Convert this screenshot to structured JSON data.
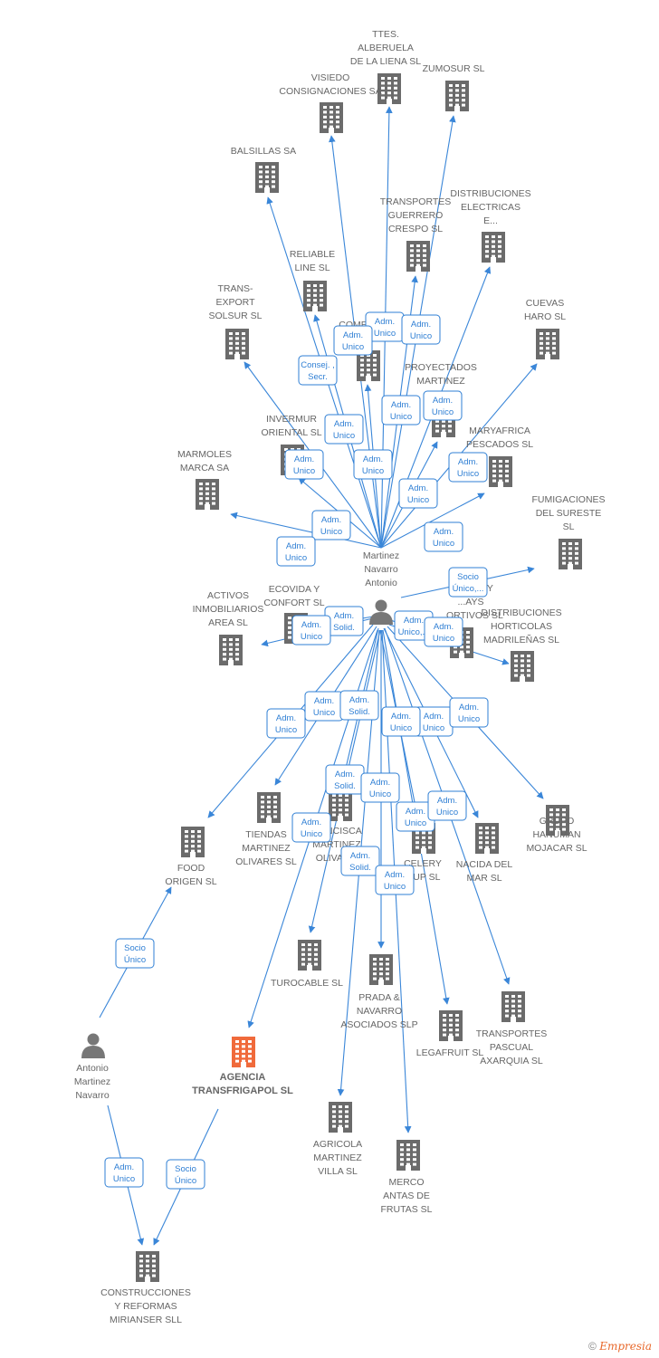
{
  "footer": {
    "copyright": "©",
    "brand": "Empresia"
  },
  "diagram": {
    "nodes": [
      {
        "id": "ttes",
        "type": "company",
        "label": [
          "TTES.",
          "ALBERUELA",
          "DE LA LIENA SL"
        ]
      },
      {
        "id": "zumosur",
        "type": "company",
        "label": [
          "ZUMOSUR SL"
        ]
      },
      {
        "id": "visiedo",
        "type": "company",
        "label": [
          "VISIEDO",
          "CONSIGNACIONES SA"
        ]
      },
      {
        "id": "balsillas",
        "type": "company",
        "label": [
          "BALSILLAS SA"
        ]
      },
      {
        "id": "transguerrero",
        "type": "company",
        "label": [
          "TRANSPORTES",
          "GUERRERO",
          "CRESPO SL"
        ]
      },
      {
        "id": "distelec",
        "type": "company",
        "label": [
          "DISTRIBUCIONES",
          "ELECTRICAS",
          "E..."
        ]
      },
      {
        "id": "reliable",
        "type": "company",
        "label": [
          "RELIABLE",
          "LINE SL"
        ]
      },
      {
        "id": "transexport",
        "type": "company",
        "label": [
          "TRANS-",
          "EXPORT",
          "SOLSUR SL"
        ]
      },
      {
        "id": "cuevas",
        "type": "company",
        "label": [
          "CUEVAS",
          "HARO SL"
        ]
      },
      {
        "id": "come",
        "type": "company",
        "label": [
          "COME"
        ]
      },
      {
        "id": "proyectados",
        "type": "company",
        "label": [
          "PROYECTADOS",
          "MARTINEZ",
          "..."
        ]
      },
      {
        "id": "invermur",
        "type": "company",
        "label": [
          "INVERMUR",
          "ORIENTAL SL"
        ]
      },
      {
        "id": "maryafrica",
        "type": "company",
        "label": [
          "MARYAFRICA",
          "PESCADOS SL"
        ]
      },
      {
        "id": "marmoles",
        "type": "company",
        "label": [
          "MARMOLES",
          "MARCA SA"
        ]
      },
      {
        "id": "fumigaciones",
        "type": "company",
        "label": [
          "FUMIGACIONES",
          "DEL SURESTE",
          "SL"
        ]
      },
      {
        "id": "martinez",
        "type": "person",
        "label": [
          "Martinez",
          "Navarro",
          "Antonio"
        ]
      },
      {
        "id": "ecovida",
        "type": "company",
        "label": [
          "ECOVIDA Y",
          "CONFORT SL"
        ]
      },
      {
        "id": "activos",
        "type": "company",
        "label": [
          "ACTIVOS",
          "INMOBILIARIOS",
          "AREA SL"
        ]
      },
      {
        "id": "motor",
        "type": "company",
        "label": [
          "MOTO... Y",
          "...AYS",
          "...ORTIVOS SL"
        ]
      },
      {
        "id": "disthort",
        "type": "company",
        "label": [
          "DISTRIBUCIONES",
          "HORTICOLAS",
          "MADRILEÑAS SL"
        ]
      },
      {
        "id": "tiendas",
        "type": "company",
        "label": [
          "TIENDAS",
          "MARTINEZ",
          "OLIVARES SL"
        ]
      },
      {
        "id": "francisca",
        "type": "company",
        "label": [
          "...ANCISCA",
          "MARTINEZ",
          "OLIVAR..."
        ]
      },
      {
        "id": "celery",
        "type": "company",
        "label": [
          "CELERY",
          "...UP SL"
        ]
      },
      {
        "id": "nacida",
        "type": "company",
        "label": [
          "NACIDA DEL",
          "MAR SL"
        ]
      },
      {
        "id": "hanuman",
        "type": "company",
        "label": [
          "GRUPO",
          "HANUMAN",
          "MOJACAR SL"
        ]
      },
      {
        "id": "food",
        "type": "company",
        "label": [
          "FOOD",
          "ORIGEN  SL"
        ]
      },
      {
        "id": "turocable",
        "type": "company",
        "label": [
          "TUROCABLE SL"
        ]
      },
      {
        "id": "prada",
        "type": "company",
        "label": [
          "PRADA &",
          "NAVARRO",
          "ASOCIADOS SLP"
        ]
      },
      {
        "id": "legafruit",
        "type": "company",
        "label": [
          "LEGAFRUIT SL"
        ]
      },
      {
        "id": "transpascual",
        "type": "company",
        "label": [
          "TRANSPORTES",
          "PASCUAL",
          "AXARQUIA SL"
        ]
      },
      {
        "id": "antonio",
        "type": "person",
        "label": [
          "Antonio",
          "Martinez",
          "Navarro"
        ]
      },
      {
        "id": "agencia",
        "type": "focus",
        "label": [
          "AGENCIA",
          "TRANSFRIGAPOL SL"
        ]
      },
      {
        "id": "agricola",
        "type": "company",
        "label": [
          "AGRICOLA",
          "MARTINEZ",
          "VILLA SL"
        ]
      },
      {
        "id": "merco",
        "type": "company",
        "label": [
          "MERCO",
          "ANTAS DE",
          "FRUTAS SL"
        ]
      },
      {
        "id": "construcciones",
        "type": "company",
        "label": [
          "CONSTRUCCIONES",
          "Y REFORMAS",
          "MIRIANSER SLL"
        ]
      }
    ],
    "edges": [
      {
        "from": "martinez",
        "to": "ttes",
        "label": [
          "Adm.",
          "Unico"
        ]
      },
      {
        "from": "martinez",
        "to": "zumosur",
        "label": [
          "Adm.",
          "Unico"
        ]
      },
      {
        "from": "martinez",
        "to": "visiedo",
        "label": [
          "Adm.",
          "Unico"
        ]
      },
      {
        "from": "martinez",
        "to": "balsillas",
        "label": [
          "Consej. ,",
          "Secr."
        ]
      },
      {
        "from": "martinez",
        "to": "transguerrero",
        "label": [
          "Adm.",
          "Unico"
        ]
      },
      {
        "from": "martinez",
        "to": "distelec",
        "label": [
          "Adm.",
          "Unico"
        ]
      },
      {
        "from": "martinez",
        "to": "reliable",
        "label": [
          "Adm.",
          "Unico"
        ]
      },
      {
        "from": "martinez",
        "to": "transexport",
        "label": [
          "Adm.",
          "Unico"
        ]
      },
      {
        "from": "martinez",
        "to": "cuevas",
        "label": [
          "Adm.",
          "Unico"
        ]
      },
      {
        "from": "martinez",
        "to": "come",
        "label": [
          "Adm.",
          "Unico"
        ]
      },
      {
        "from": "martinez",
        "to": "proyectados",
        "label": [
          "Adm.",
          "Unico"
        ]
      },
      {
        "from": "martinez",
        "to": "invermur",
        "label": [
          "Adm.",
          "Unico"
        ]
      },
      {
        "from": "martinez",
        "to": "maryafrica",
        "label": [
          "Adm.",
          "Unico"
        ]
      },
      {
        "from": "martinez",
        "to": "marmoles",
        "label": [
          "Adm.",
          "Unico"
        ]
      },
      {
        "from": "martinez",
        "to": "fumigaciones",
        "label": [
          "Socio",
          "Único,..."
        ]
      },
      {
        "from": "martinez",
        "to": "ecovida",
        "label": [
          "Adm.",
          "Solid."
        ]
      },
      {
        "from": "martinez",
        "to": "activos",
        "label": [
          "Adm.",
          "Unico"
        ]
      },
      {
        "from": "martinez",
        "to": "motor",
        "label": [
          "Adm.",
          "Unico,..."
        ]
      },
      {
        "from": "martinez",
        "to": "disthort",
        "label": [
          "Adm.",
          "Unico"
        ]
      },
      {
        "from": "martinez",
        "to": "tiendas",
        "label": [
          "Adm.",
          "Unico"
        ]
      },
      {
        "from": "martinez",
        "to": "francisca",
        "label": [
          "Adm.",
          "Solid."
        ]
      },
      {
        "from": "martinez",
        "to": "celery",
        "label": [
          "Adm.",
          "Unico"
        ]
      },
      {
        "from": "martinez",
        "to": "nacida",
        "label": [
          "Adm.",
          "Unico"
        ]
      },
      {
        "from": "martinez",
        "to": "hanuman",
        "label": [
          "Adm.",
          "Unico"
        ]
      },
      {
        "from": "martinez",
        "to": "food",
        "label": [
          "Adm.",
          "Unico"
        ]
      },
      {
        "from": "martinez",
        "to": "turocable",
        "label": [
          "Adm.",
          "Solid."
        ]
      },
      {
        "from": "martinez",
        "to": "prada",
        "label": [
          "Adm.",
          "Unico"
        ]
      },
      {
        "from": "martinez",
        "to": "legafruit",
        "label": [
          "Adm.",
          "Unico"
        ]
      },
      {
        "from": "martinez",
        "to": "transpascual",
        "label": [
          "Adm.",
          "Unico"
        ]
      },
      {
        "from": "martinez",
        "to": "agencia",
        "label": [
          "Adm.",
          "Unico"
        ]
      },
      {
        "from": "martinez",
        "to": "agricola",
        "label": [
          "Adm.",
          "Solid."
        ]
      },
      {
        "from": "martinez",
        "to": "merco",
        "label": [
          "Adm.",
          "Unico"
        ]
      },
      {
        "from": "antonio",
        "to": "food",
        "label": [
          "Socio",
          "Único"
        ]
      },
      {
        "from": "antonio",
        "to": "construcciones",
        "label": [
          "Adm.",
          "Unico"
        ]
      },
      {
        "from": "agencia",
        "to": "construcciones",
        "label": [
          "Socio",
          "Único"
        ]
      }
    ]
  }
}
